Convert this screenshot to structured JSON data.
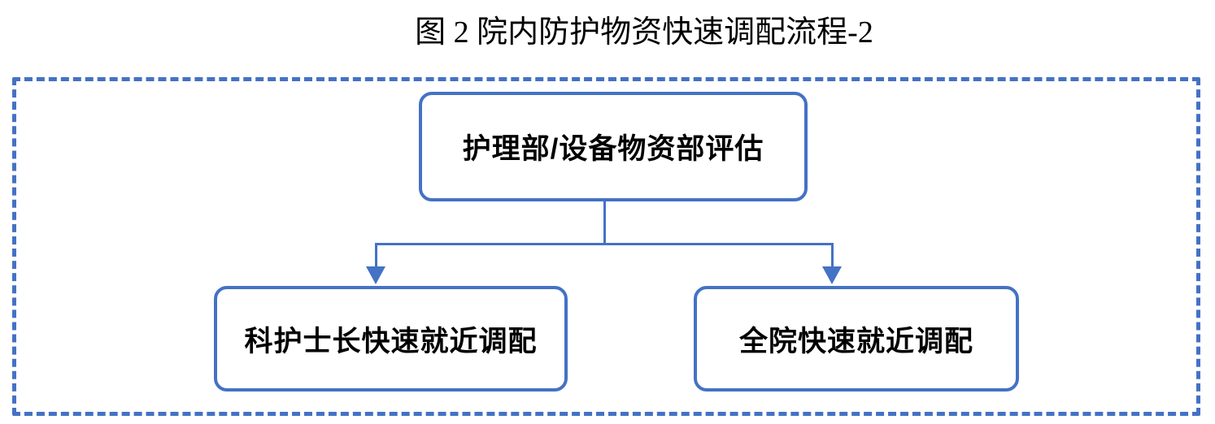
{
  "title": "图 2 院内防护物资快速调配流程-2",
  "colors": {
    "accent": "#4472C4",
    "text": "#000000",
    "background": "#FFFFFF"
  },
  "flowchart": {
    "frame_style": "dashed",
    "root": {
      "label": "护理部/设备物资部评估"
    },
    "children": [
      {
        "label": "科护士长快速就近调配"
      },
      {
        "label": "全院快速就近调配"
      }
    ]
  }
}
